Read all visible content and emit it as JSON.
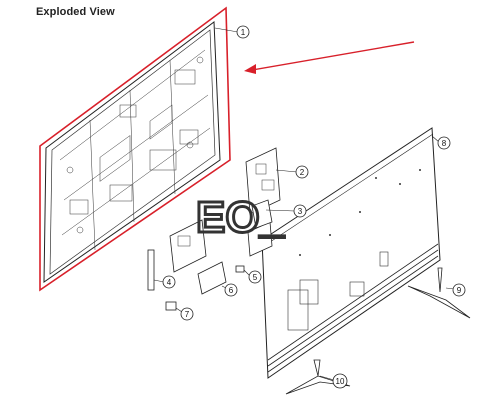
{
  "title": "Exploded View",
  "watermark": "EO_",
  "highlight_color": "#d8202a",
  "callouts": [
    {
      "id": 1,
      "label": "1"
    },
    {
      "id": 2,
      "label": "2"
    },
    {
      "id": 3,
      "label": "3"
    },
    {
      "id": 4,
      "label": "4"
    },
    {
      "id": 5,
      "label": "5"
    },
    {
      "id": 6,
      "label": "6"
    },
    {
      "id": 7,
      "label": "7"
    },
    {
      "id": 8,
      "label": "8"
    },
    {
      "id": 9,
      "label": "9"
    },
    {
      "id": 10,
      "label": "10"
    }
  ]
}
